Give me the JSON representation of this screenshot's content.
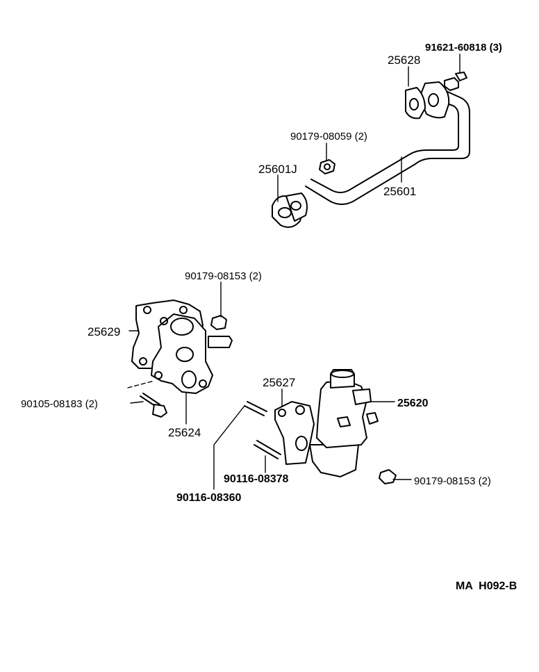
{
  "labels": {
    "bolt_top": "91621-60818 (3)",
    "gasket_top": "25628",
    "nut_top": "90179-08059 (2)",
    "gasket_pipe": "25601J",
    "pipe": "25601",
    "nut_mid": "90179-08153 (2)",
    "gasket_adapter": "25629",
    "bolt_left": "90105-08183 (2)",
    "adapter": "25624",
    "gasket_valve": "25627",
    "valve": "25620",
    "stud_long": "90116-08378",
    "stud_short": "90116-08360",
    "nut_bottom": "90179-08153 (2)"
  },
  "drawing_code": "MA  H092-B"
}
